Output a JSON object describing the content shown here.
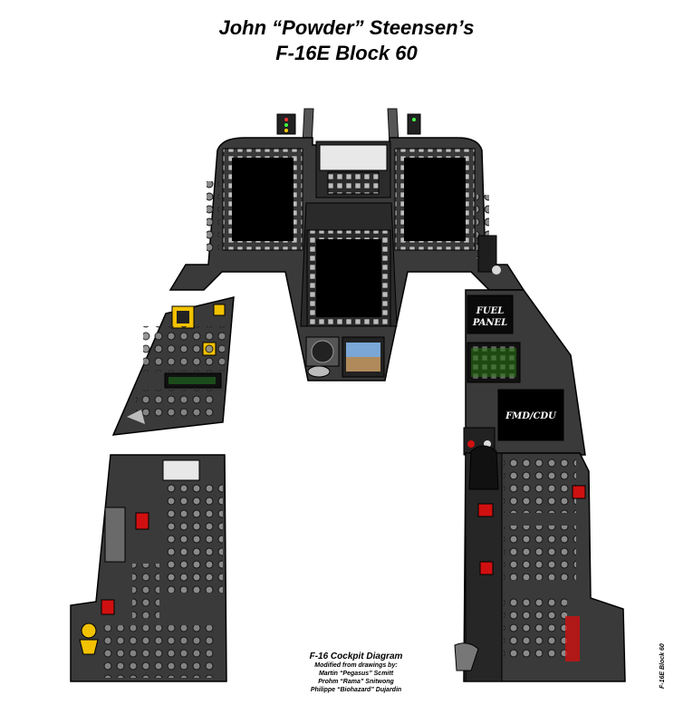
{
  "header": {
    "title_line1": "John “Powder” Steensen’s",
    "title_line2": "F-16E Block 60"
  },
  "panels": {
    "fuel_panel_label_line1": "FUEL",
    "fuel_panel_label_line2": "PANEL",
    "fmd_cdu_label": "FMD/CDU"
  },
  "credits": {
    "title": "F-16 Cockpit Diagram",
    "line1": "Modified from drawings by:",
    "line2": "Martin “Pegasus” Scmitt",
    "line3": "Prohm “Rama” Snitwong",
    "line4": "Philippe “Biohazard” Dujardin"
  },
  "side_label": "F-16E Block 60",
  "colors": {
    "panel": "#3a3a3a",
    "panel_dark": "#262626",
    "bezel_button": "#9a9a9a",
    "screen": "#000000",
    "warning_yellow": "#f2c200",
    "warning_red": "#d01010",
    "indicator_green": "#44ff44"
  }
}
